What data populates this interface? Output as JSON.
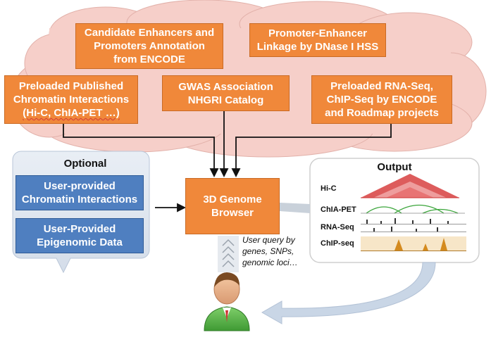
{
  "top_boxes": {
    "candidate": [
      "Candidate Enhancers and",
      "Promoters Annotation",
      "from ENCODE"
    ],
    "linkage": [
      "Promoter-Enhancer",
      "Linkage by DNase I HSS"
    ],
    "preloaded_interactions": [
      "Preloaded Published",
      "Chromatin Interactions",
      "(Hi-C, ChIA-PET …)"
    ],
    "gwas": [
      "GWAS Association",
      "NHGRI Catalog"
    ],
    "rnaseq": [
      "Preloaded RNA-Seq,",
      "ChIP-Seq by ENCODE",
      "and Roadmap projects"
    ]
  },
  "optional": {
    "title": "Optional",
    "user_interactions": [
      "User-provided",
      "Chromatin Interactions"
    ],
    "user_epigenomic": [
      "User-Provided",
      "Epigenomic Data"
    ]
  },
  "browser": {
    "label": [
      "3D Genome",
      "Browser"
    ]
  },
  "query": {
    "text": [
      "User query by",
      "genes, SNPs,",
      "genomic loci…"
    ]
  },
  "output": {
    "title": "Output",
    "tracks": [
      "Hi-C",
      "ChIA-PET",
      "RNA-Seq",
      "ChIP-seq"
    ]
  },
  "colors": {
    "orange": "#f0883a",
    "blue": "#4f7fc0",
    "cloud": "#f6cfc9",
    "panel": "#dfe6f0"
  },
  "icons": [
    "user-avatar-icon",
    "chevron-up-icon"
  ]
}
